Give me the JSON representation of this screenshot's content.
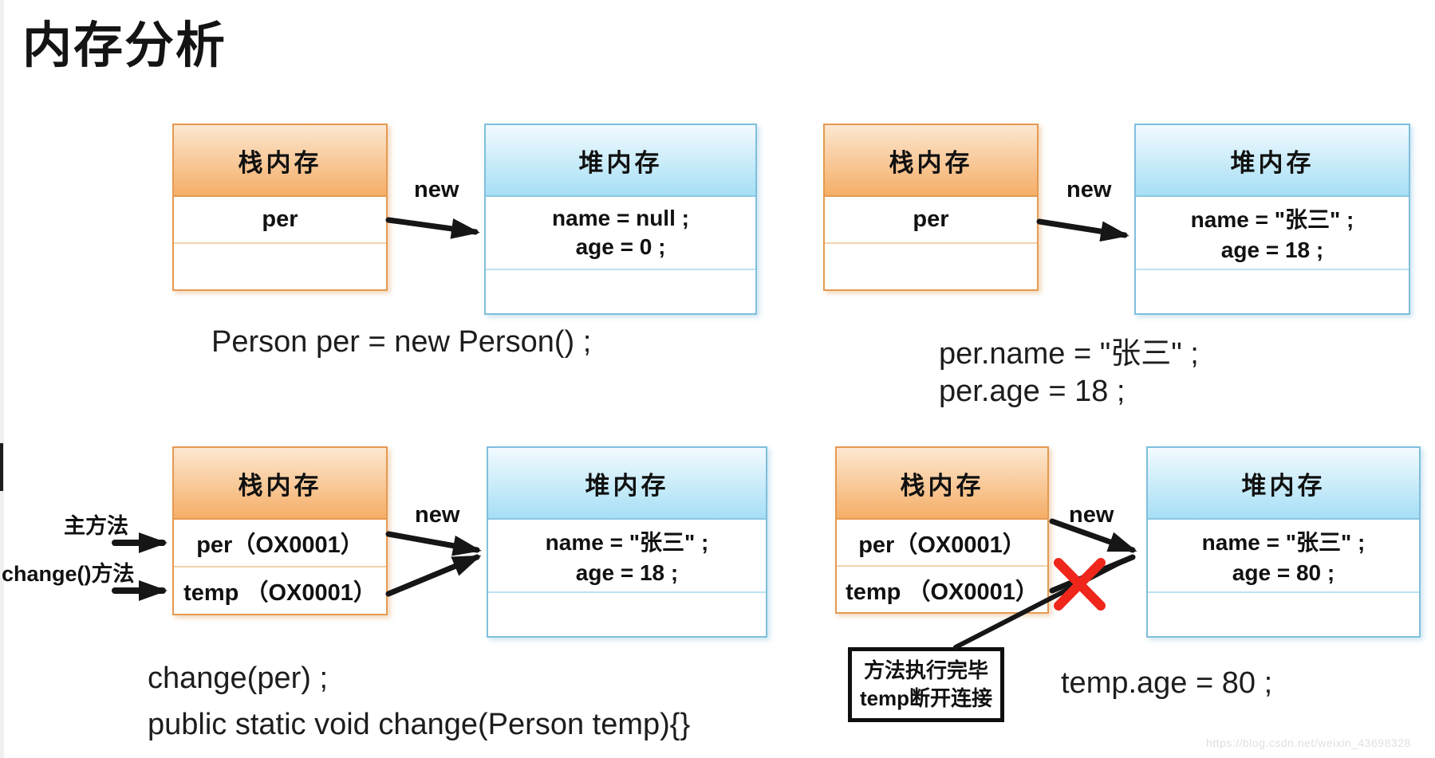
{
  "title": "内存分析",
  "labels": {
    "new_label": "new",
    "stack_header": "栈内存",
    "heap_header": "堆内存"
  },
  "panels": {
    "top_left": {
      "stack_rows": [
        "per",
        ""
      ],
      "heap_lines": [
        "name = null ;",
        "age = 0 ;"
      ],
      "captions": [
        "Person per = new Person() ;"
      ]
    },
    "top_right": {
      "stack_rows": [
        "per",
        ""
      ],
      "heap_lines": [
        "name = \"张三\" ;",
        "age = 18 ;"
      ],
      "captions": [
        "per.name = \"张三\" ;",
        "per.age = 18 ;"
      ]
    },
    "bottom_left": {
      "method_labels": [
        "主方法",
        "change()方法"
      ],
      "stack_rows": [
        "per（OX0001）",
        "temp （OX0001）"
      ],
      "heap_lines": [
        "name = \"张三\" ;",
        "age = 18 ;"
      ],
      "captions": [
        "change(per) ;",
        "public static void change(Person temp){}"
      ]
    },
    "bottom_right": {
      "stack_rows": [
        "per（OX0001）",
        "temp （OX0001）"
      ],
      "heap_lines": [
        "name = \"张三\" ;",
        "age = 80 ;"
      ],
      "note_lines": [
        "方法执行完毕",
        "temp断开连接"
      ],
      "captions": [
        "temp.age = 80 ;"
      ]
    }
  },
  "watermark": "https://blog.csdn.net/weixin_43698328",
  "colors": {
    "stack_border": "#E59A52",
    "stack_header_top": "#FCE7D0",
    "stack_header_bottom": "#F5AE67",
    "heap_border": "#7FBFDC",
    "heap_header_top": "#F2FAFE",
    "heap_header_bottom": "#A6DFF5",
    "arrow_black": "#161616",
    "x_red": "#EF271B",
    "watermark_gray": "#DDE0E3"
  }
}
